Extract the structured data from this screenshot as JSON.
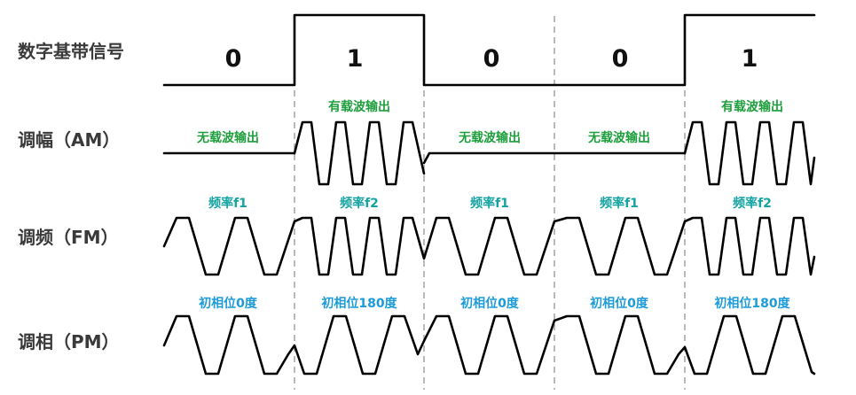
{
  "rows": {
    "digital": {
      "label": "数字基带信号"
    },
    "am": {
      "label": "调幅（AM）"
    },
    "fm": {
      "label": "调频（FM）"
    },
    "pm": {
      "label": "调相（PM）"
    }
  },
  "bits": [
    "0",
    "1",
    "0",
    "0",
    "1"
  ],
  "am_labels": [
    "无载波输出",
    "有载波输出",
    "无载波输出",
    "无载波输出",
    "有载波输出"
  ],
  "fm_labels": [
    "频率f1",
    "频率f2",
    "频率f1",
    "频率f1",
    "频率f2"
  ],
  "pm_labels": [
    "初相位0度",
    "初相位180度",
    "初相位0度",
    "初相位0度",
    "初相位180度"
  ],
  "colors": {
    "am_label": "#1e9e3c",
    "fm_label": "#14a3a0",
    "pm_label": "#1b9bd8",
    "wave": "#000000",
    "divider": "#a8a8a8"
  }
}
